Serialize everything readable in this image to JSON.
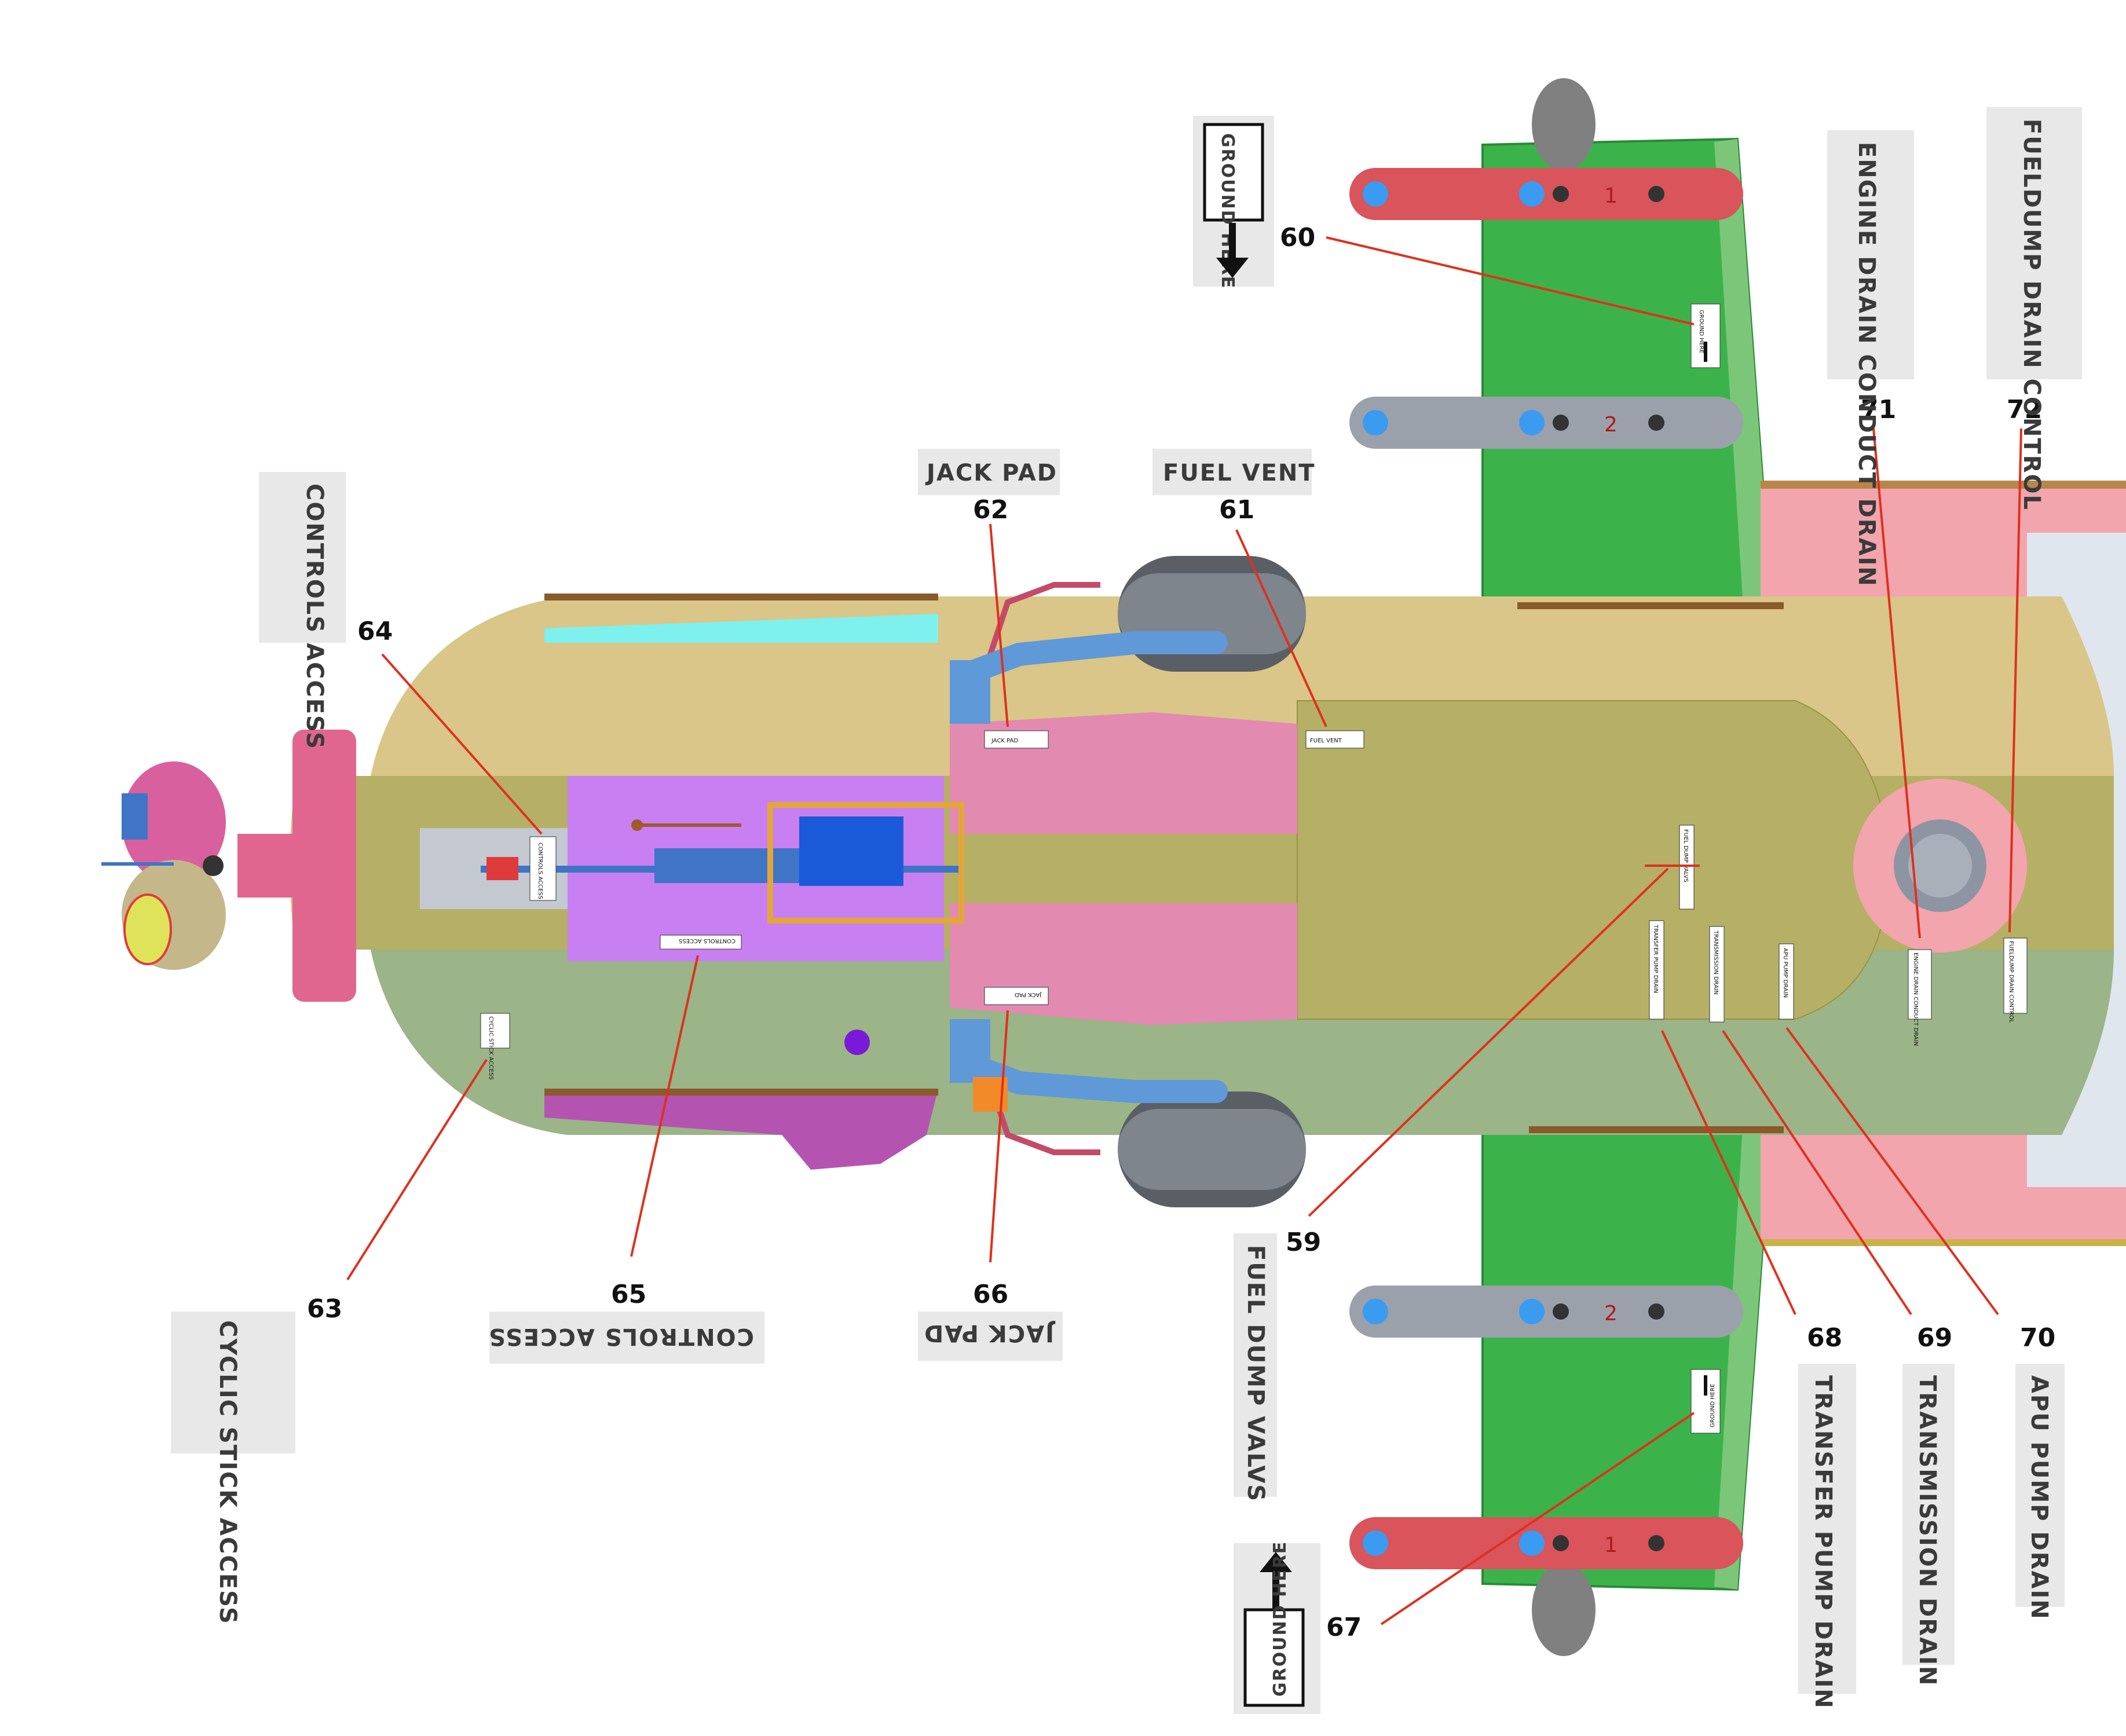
{
  "callout_labels": {
    "ground_here_top": "GROUND HERE",
    "engine_drain": "ENGINE DRAIN CONDUCT DRAIN",
    "fueldump_drain": "FUELDUMP DRAIN CONTROL",
    "jack_pad_top": "JACK PAD",
    "fuel_vent": "FUEL VENT",
    "controls_access_left": "CONTROLS ACCESS",
    "cyclic_stick_access": "CYCLIC STICK ACCESS",
    "controls_access_bottom": "CONTROLS ACCESS",
    "jack_pad_bottom": "JACK PAD",
    "fuel_dump_valvs": "FUEL DUMP VALVS",
    "ground_here_bottom": "GROUND HERE",
    "transfer_pump_drain": "TRANSFER PUMP DRAIN",
    "transmission_drain": "TRANSMISSION DRAIN",
    "apu_pump_drain": "APU PUMP DRAIN"
  },
  "numbers": {
    "n59": "59",
    "n60": "60",
    "n61": "61",
    "n62": "62",
    "n63": "63",
    "n64": "64",
    "n65": "65",
    "n66": "66",
    "n67": "67",
    "n68": "68",
    "n69": "69",
    "n70": "70",
    "n71": "71",
    "n72": "72"
  },
  "placards": {
    "jack_pad": "JACK PAD",
    "fuel_vent": "FUEL VENT",
    "fuel_dump_valvs": "FUEL DUMP VALVS",
    "transfer_pump_drain": "TRANSFER PUMP DRAIN",
    "transmission_drain": "TRANSMISSION DRAIN",
    "apu_pump_drain": "APU PUMP DRAIN",
    "engine_drain": "ENGINE DRAIN CONDUCT DRAIN",
    "fueldump_drain": "FUELDUMP DRAIN CONTROL",
    "controls_access": "CONTROLS ACCESS",
    "cyclic_stick_access": "CYCLIC STICK ACCESS",
    "ground_here": "GROUND HERE"
  },
  "pylon_numbers": {
    "one": "1",
    "two": "2"
  },
  "colors": {
    "leader": "#e0301e",
    "wing_green": "#3bb34a",
    "body_tan": "#d9c688",
    "body_olive": "#b5b066",
    "body_sage": "#9bb488",
    "pink": "#e38ab0",
    "violet": "#c87ff2",
    "gray_pylon": "#9ba1aa",
    "red_pylon": "#d9545b",
    "callout_bg": "#e8e8e8"
  }
}
